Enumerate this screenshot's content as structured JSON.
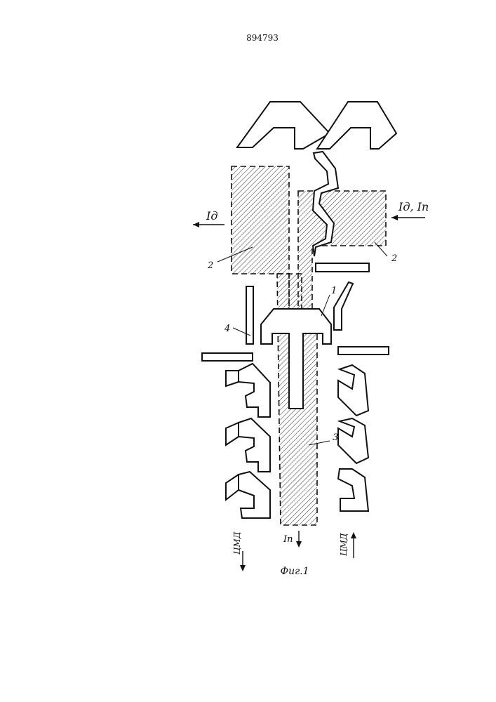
{
  "header": {
    "patent_number": "894793"
  },
  "labels": {
    "id_left": "Iд",
    "id_ip_right": "Iд, Iп",
    "num_2_left": "2",
    "num_2_right": "2",
    "num_1": "1",
    "num_3": "3",
    "num_4": "4",
    "ip_bottom": "Iп",
    "cmd_left": "ЦМД",
    "cmd_right": "ЦМД"
  },
  "caption": "Фиг.1",
  "colors": {
    "ink": "#111111",
    "paper": "#ffffff"
  }
}
